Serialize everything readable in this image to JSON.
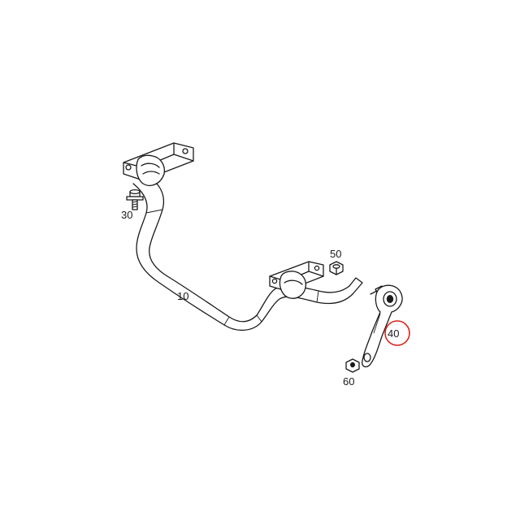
{
  "diagram": {
    "highlight_color": "#d9261c",
    "parts": [
      {
        "number": "10",
        "part": "stabilizer-bar",
        "highlighted": false
      },
      {
        "number": "30",
        "part": "bolt",
        "highlighted": false
      },
      {
        "number": "40",
        "part": "link-rod",
        "highlighted": true
      },
      {
        "number": "50",
        "part": "nut",
        "highlighted": false
      },
      {
        "number": "60",
        "part": "nut",
        "highlighted": false
      }
    ]
  }
}
